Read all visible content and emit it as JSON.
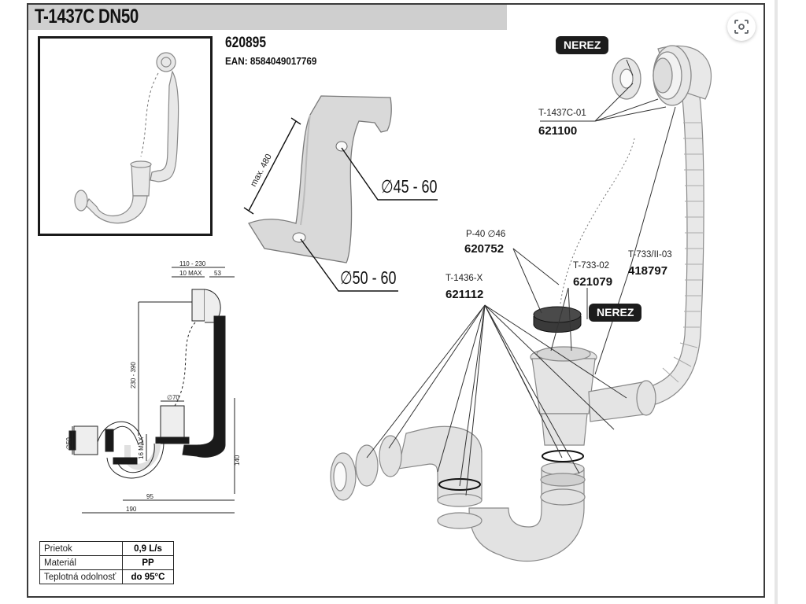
{
  "product": {
    "title": "T-1437C DN50",
    "code": "620895",
    "ean": "EAN: 8584049017769"
  },
  "diameters": {
    "upper": "∅45 - 60",
    "lower": "∅50 - 60",
    "height_label": "max. 480"
  },
  "callouts": [
    {
      "label": "T-1437C-01",
      "code": "621100"
    },
    {
      "label": "P-40 ∅46",
      "code": "620752"
    },
    {
      "label": "T-733-02",
      "code": "621079"
    },
    {
      "label": "T-733/II-03",
      "code": "418797"
    },
    {
      "label": "T-1436-X",
      "code": "621112"
    }
  ],
  "badges": {
    "top": "NEREZ",
    "middle": "NEREZ"
  },
  "dimensions": {
    "d1": "110 - 230",
    "d2": "10 MAX",
    "d3": "53",
    "d4": "230 - 390",
    "d5": "∅70",
    "d6": "16 MAX",
    "d7": "∅50",
    "d8": "140",
    "d9": "95",
    "d10": "190"
  },
  "specs": [
    {
      "key": "Prietok",
      "value": "0,9 L/s"
    },
    {
      "key": "Materiál",
      "value": "PP"
    },
    {
      "key": "Teplotná odolnosť",
      "value": "do 95°C"
    }
  ],
  "ui": {
    "lens_icon": "lens-search-icon"
  },
  "colors": {
    "title_bar": "#cfcfcf",
    "badge": "#1c1c1c",
    "part_fill": "#e4e4e4",
    "part_stroke": "#8a8a8a"
  }
}
